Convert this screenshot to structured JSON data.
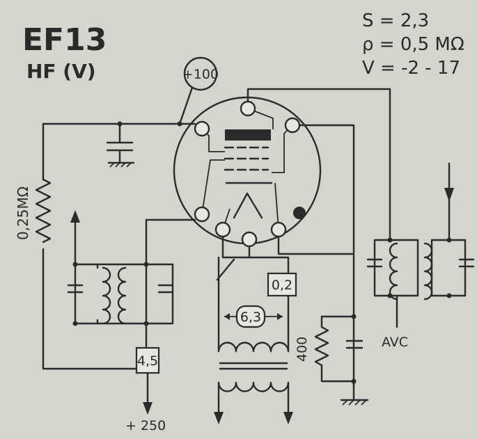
{
  "title": {
    "tube": "EF13",
    "type": "HF (V)"
  },
  "specs": {
    "s": "S = 2,3",
    "rho": "ρ = 0,5 MΩ",
    "v": "V = -2 - 17"
  },
  "labels": {
    "screen_voltage": "+100",
    "resistor_plate": "0,25MΩ",
    "resistor_cathode": "400",
    "filament_voltage": "6,3",
    "filament_current": "0,2",
    "plate_current": "4,5",
    "supply": "+ 250",
    "avc": "AVC"
  },
  "colors": {
    "background": "#d5d5ce",
    "ink": "#2a2a2a"
  }
}
